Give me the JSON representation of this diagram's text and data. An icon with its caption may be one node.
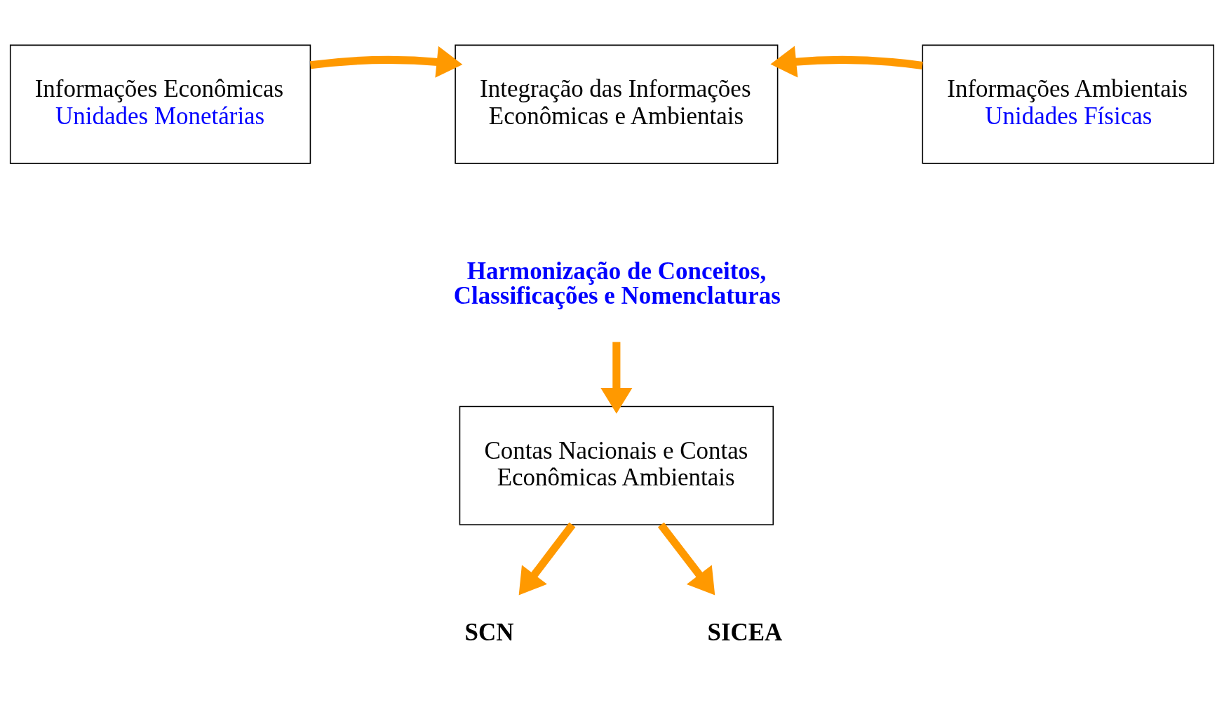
{
  "diagram": {
    "nodes": [
      {
        "text": [
          "Informações Econômicas",
          "Unidades Monetárias"
        ]
      },
      {
        "text": [
          "Integração das Informações Econômicas e Ambientais"
        ]
      },
      {
        "text": [
          "Informações Ambientais",
          "Unidades Físicas"
        ]
      },
      {
        "text": [
          "Harmonização de Conceitos, Classificações e Nomenclaturas"
        ]
      },
      {
        "text": [
          "Contas Nacionais e Contas Econômicas Ambientais"
        ]
      },
      {
        "text": [
          "SCN"
        ]
      },
      {
        "text": [
          "SICEA"
        ]
      }
    ],
    "edges": [
      {
        "from": 0,
        "to": 1,
        "arrow": "to"
      },
      {
        "from": 2,
        "to": 1,
        "arrow": "to"
      },
      {
        "from": 3,
        "to": 4,
        "arrow": "to"
      },
      {
        "from": 4,
        "to": 5,
        "arrow": "to"
      },
      {
        "from": 4,
        "to": 6,
        "arrow": "to"
      }
    ]
  }
}
